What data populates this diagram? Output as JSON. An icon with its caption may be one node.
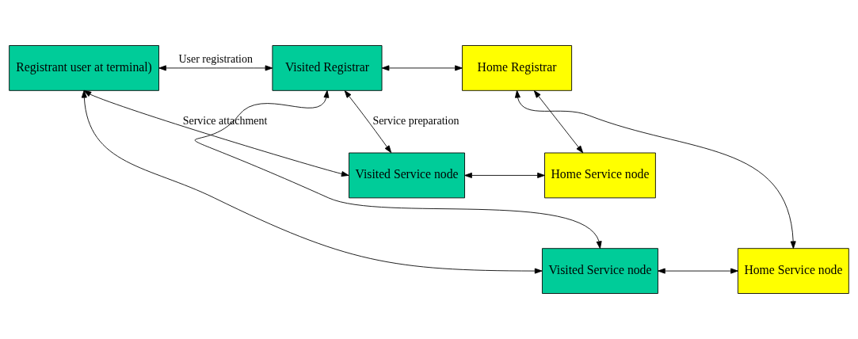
{
  "diagram": {
    "nodes": [
      {
        "text": [
          "Registrant user at terminal)"
        ]
      },
      {
        "text": [
          "Visited Registrar"
        ]
      },
      {
        "text": [
          "Home Registrar"
        ]
      },
      {
        "text": [
          "Visited Service node"
        ]
      },
      {
        "text": [
          "Home Service node"
        ]
      },
      {
        "text": [
          "Visited Service node"
        ]
      },
      {
        "text": [
          "Home Service node"
        ]
      }
    ],
    "edges": [
      {
        "from": 0,
        "to": 1,
        "arrow": "both",
        "label": "User registration"
      },
      {
        "from": 1,
        "to": 2,
        "arrow": "both"
      },
      {
        "from": 1,
        "to": 3,
        "arrow": "both",
        "label": "Service preparation"
      },
      {
        "from": 2,
        "to": 4,
        "arrow": "both"
      },
      {
        "from": 0,
        "to": 3,
        "arrow": "both",
        "label": "Service attachment"
      },
      {
        "from": 3,
        "to": 4,
        "arrow": "both"
      },
      {
        "from": 1,
        "to": 5,
        "arrow": "both"
      },
      {
        "from": 2,
        "to": 6,
        "arrow": "both"
      },
      {
        "from": 0,
        "to": 5,
        "arrow": "both"
      },
      {
        "from": 5,
        "to": 6,
        "arrow": "both"
      }
    ]
  }
}
